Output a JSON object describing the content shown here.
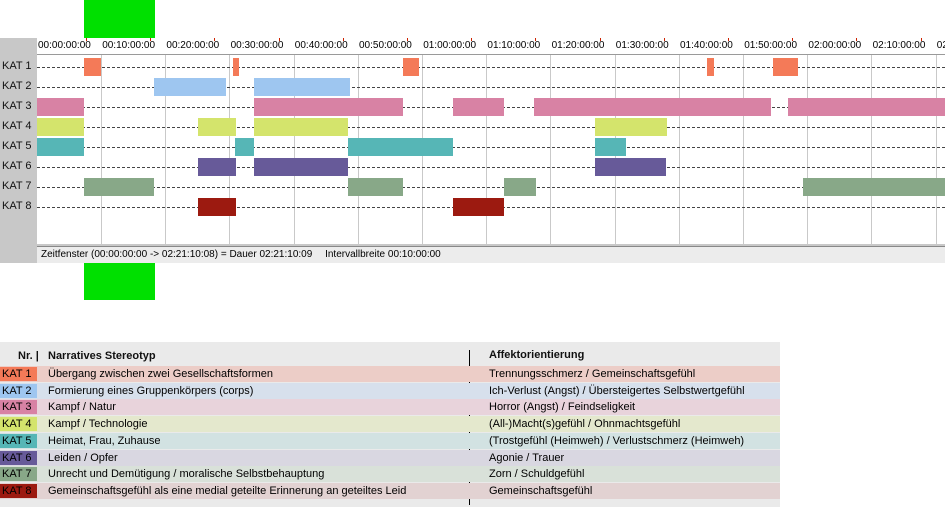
{
  "timeline": {
    "time_labels": [
      "00:00:00:00",
      "00:10:00:00",
      "00:20:00:00",
      "00:30:00:00",
      "00:40:00:00",
      "00:50:00:00",
      "01:00:00:00",
      "01:10:00:00",
      "01:20:00:00",
      "01:30:00:00",
      "01:40:00:00",
      "01:50:00:00",
      "02:00:00:00",
      "02:10:00:00",
      "02"
    ],
    "rows": [
      {
        "label": "KAT 1",
        "color": "#f47a58",
        "segments": [
          [
            47,
            64
          ],
          [
            196,
            202
          ],
          [
            366,
            382
          ],
          [
            670,
            677
          ],
          [
            736,
            761
          ]
        ]
      },
      {
        "label": "KAT 2",
        "color": "#9ec6f0",
        "segments": [
          [
            117,
            189
          ],
          [
            217,
            313
          ]
        ]
      },
      {
        "label": "KAT 3",
        "color": "#d882a4",
        "segments": [
          [
            0,
            47
          ],
          [
            217,
            366
          ],
          [
            416,
            467
          ],
          [
            497,
            734
          ],
          [
            751,
            908
          ]
        ]
      },
      {
        "label": "KAT 4",
        "color": "#d4e46c",
        "segments": [
          [
            0,
            47
          ],
          [
            161,
            199
          ],
          [
            217,
            311
          ],
          [
            558,
            630
          ]
        ]
      },
      {
        "label": "KAT 5",
        "color": "#56b6b6",
        "segments": [
          [
            0,
            47
          ],
          [
            198,
            217
          ],
          [
            311,
            416
          ],
          [
            558,
            589
          ]
        ]
      },
      {
        "label": "KAT 6",
        "color": "#675a99",
        "segments": [
          [
            161,
            199
          ],
          [
            217,
            311
          ],
          [
            558,
            629
          ]
        ]
      },
      {
        "label": "KAT 7",
        "color": "#88a888",
        "segments": [
          [
            47,
            117
          ],
          [
            311,
            366
          ],
          [
            467,
            499
          ],
          [
            766,
            908
          ]
        ]
      },
      {
        "label": "KAT 8",
        "color": "#9c1a10",
        "segments": [
          [
            161,
            199
          ],
          [
            416,
            467
          ]
        ]
      }
    ],
    "status_window": "Zeitfenster (00:00:00:00 -> 02:21:10:08) = Dauer 02:21:10:09",
    "status_interval": "Intervallbreite 00:10:00:00"
  },
  "legend": {
    "header_nr": "Nr.",
    "header_stereotype": "Narratives Stereotyp",
    "header_affect": "Affektorientierung",
    "rows": [
      {
        "kat": "KAT 1",
        "badge": "#f47a58",
        "bg": "#eccdc7",
        "stereotype": "Übergang zwischen zwei Gesellschaftsformen",
        "affect": "Trennungsschmerz / Gemeinschaftsgefühl"
      },
      {
        "kat": "KAT 2",
        "badge": "#9ec6f0",
        "bg": "#d7e0ec",
        "stereotype": "Formierung eines Gruppenkörpers (corps)",
        "affect": "Ich-Verlust (Angst) / Übersteigertes Selbstwertgefühl"
      },
      {
        "kat": "KAT 3",
        "badge": "#d882a4",
        "bg": "#e8d3db",
        "stereotype": "Kampf / Natur",
        "affect": "Horror (Angst) / Feindseligkeit"
      },
      {
        "kat": "KAT 4",
        "badge": "#d4e46c",
        "bg": "#e4e8cd",
        "stereotype": "Kampf / Technologie",
        "affect": "(All-)Macht(s)gefühl / Ohnmachtsgefühl"
      },
      {
        "kat": "KAT 5",
        "badge": "#56b6b6",
        "bg": "#d2e2e2",
        "stereotype": "Heimat, Frau, Zuhause",
        "affect": "(Trostgefühl (Heimweh) / Verlustschmerz (Heimweh)"
      },
      {
        "kat": "KAT 6",
        "badge": "#675a99",
        "bg": "#d9d7e1",
        "stereotype": "Leiden / Opfer",
        "affect": "Agonie / Trauer"
      },
      {
        "kat": "KAT 7",
        "badge": "#88a888",
        "bg": "#d9e1d9",
        "stereotype": "Unrecht und Demütigung / moralische Selbstbehauptung",
        "affect": "Zorn / Schuldgefühl"
      },
      {
        "kat": "KAT 8",
        "badge": "#9c1a10",
        "bg": "#e2d2d2",
        "stereotype": "Gemeinschaftsgefühl als eine medial geteilte Erinnerung an geteiltes Leid",
        "affect": "Gemeinschaftsgefühl"
      }
    ]
  }
}
